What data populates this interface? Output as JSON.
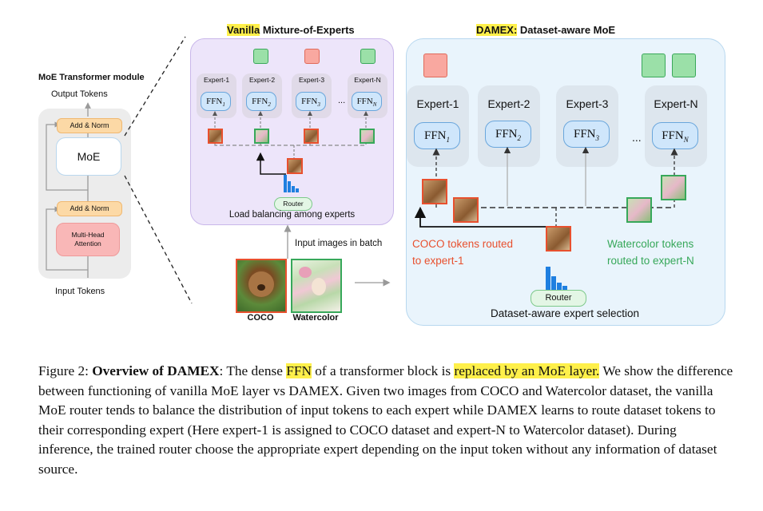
{
  "module": {
    "title": "MoE Transformer module",
    "output_label": "Output Tokens",
    "input_label": "Input Tokens",
    "add_norm_label": "Add & Norm",
    "moe_label": "MoE",
    "mha_line1": "Multi-Head",
    "mha_line2": "Attention"
  },
  "vanilla": {
    "title_highlight": "Vanilla",
    "title_rest": " Mixture-of-Experts",
    "experts": [
      {
        "label": "Expert-1",
        "ffn": "FFN",
        "sub": "1"
      },
      {
        "label": "Expert-2",
        "ffn": "FFN",
        "sub": "2"
      },
      {
        "label": "Expert-3",
        "ffn": "FFN",
        "sub": "3"
      },
      {
        "label": "Expert-N",
        "ffn": "FFN",
        "sub": "N"
      }
    ],
    "ellipsis": "...",
    "router_label": "Router",
    "bottom_label": "Load balancing among experts"
  },
  "inputs": {
    "batch_label": "Input images in batch",
    "coco_label": "COCO",
    "watercolor_label": "Watercolor"
  },
  "damex": {
    "title_highlight": "DAMEX:",
    "title_rest": " Dataset-aware MoE",
    "experts": [
      {
        "label": "Expert-1",
        "ffn": "FFN",
        "sub": "1"
      },
      {
        "label": "Expert-2",
        "ffn": "FFN",
        "sub": "2"
      },
      {
        "label": "Expert-3",
        "ffn": "FFN",
        "sub": "3"
      },
      {
        "label": "Expert-N",
        "ffn": "FFN",
        "sub": "N"
      }
    ],
    "ellipsis": "...",
    "coco_route_line1": "COCO tokens routed",
    "coco_route_line2": "to expert-1",
    "wc_route_line1": "Watercolor tokens",
    "wc_route_line2": "routed to expert-N",
    "router_label": "Router",
    "bottom_label": "Dataset-aware expert selection"
  },
  "colors": {
    "coco": "#e8502e",
    "watercolor": "#37a85a",
    "highlight": "#fff04a",
    "router_bar": "#1f7fe0"
  },
  "caption": {
    "fig_label": "Figure 2: ",
    "bold_title_1": "Overview of D",
    "bold_title_sc": "AMEX",
    "after_title": ": The dense ",
    "hl_ffn": "FFN",
    "mid1": " of a transformer block is ",
    "hl_replaced": "replaced by an MoE layer.",
    "s2a": " We show the difference between functioning of vanilla MoE layer vs D",
    "s2sc": "AMEX",
    "s2b": ". Given two images from COCO and Watercolor dataset, the vanilla MoE router tends to balance the distribution of input tokens to each expert while D",
    "s3sc": "AMEX",
    "s3b": " learns to route dataset tokens to their corresponding expert (Here expert-1 is assigned to COCO dataset and expert-N to Watercolor dataset). During inference, the trained router choose the appropriate expert depending on the input token without any information of dataset source."
  }
}
